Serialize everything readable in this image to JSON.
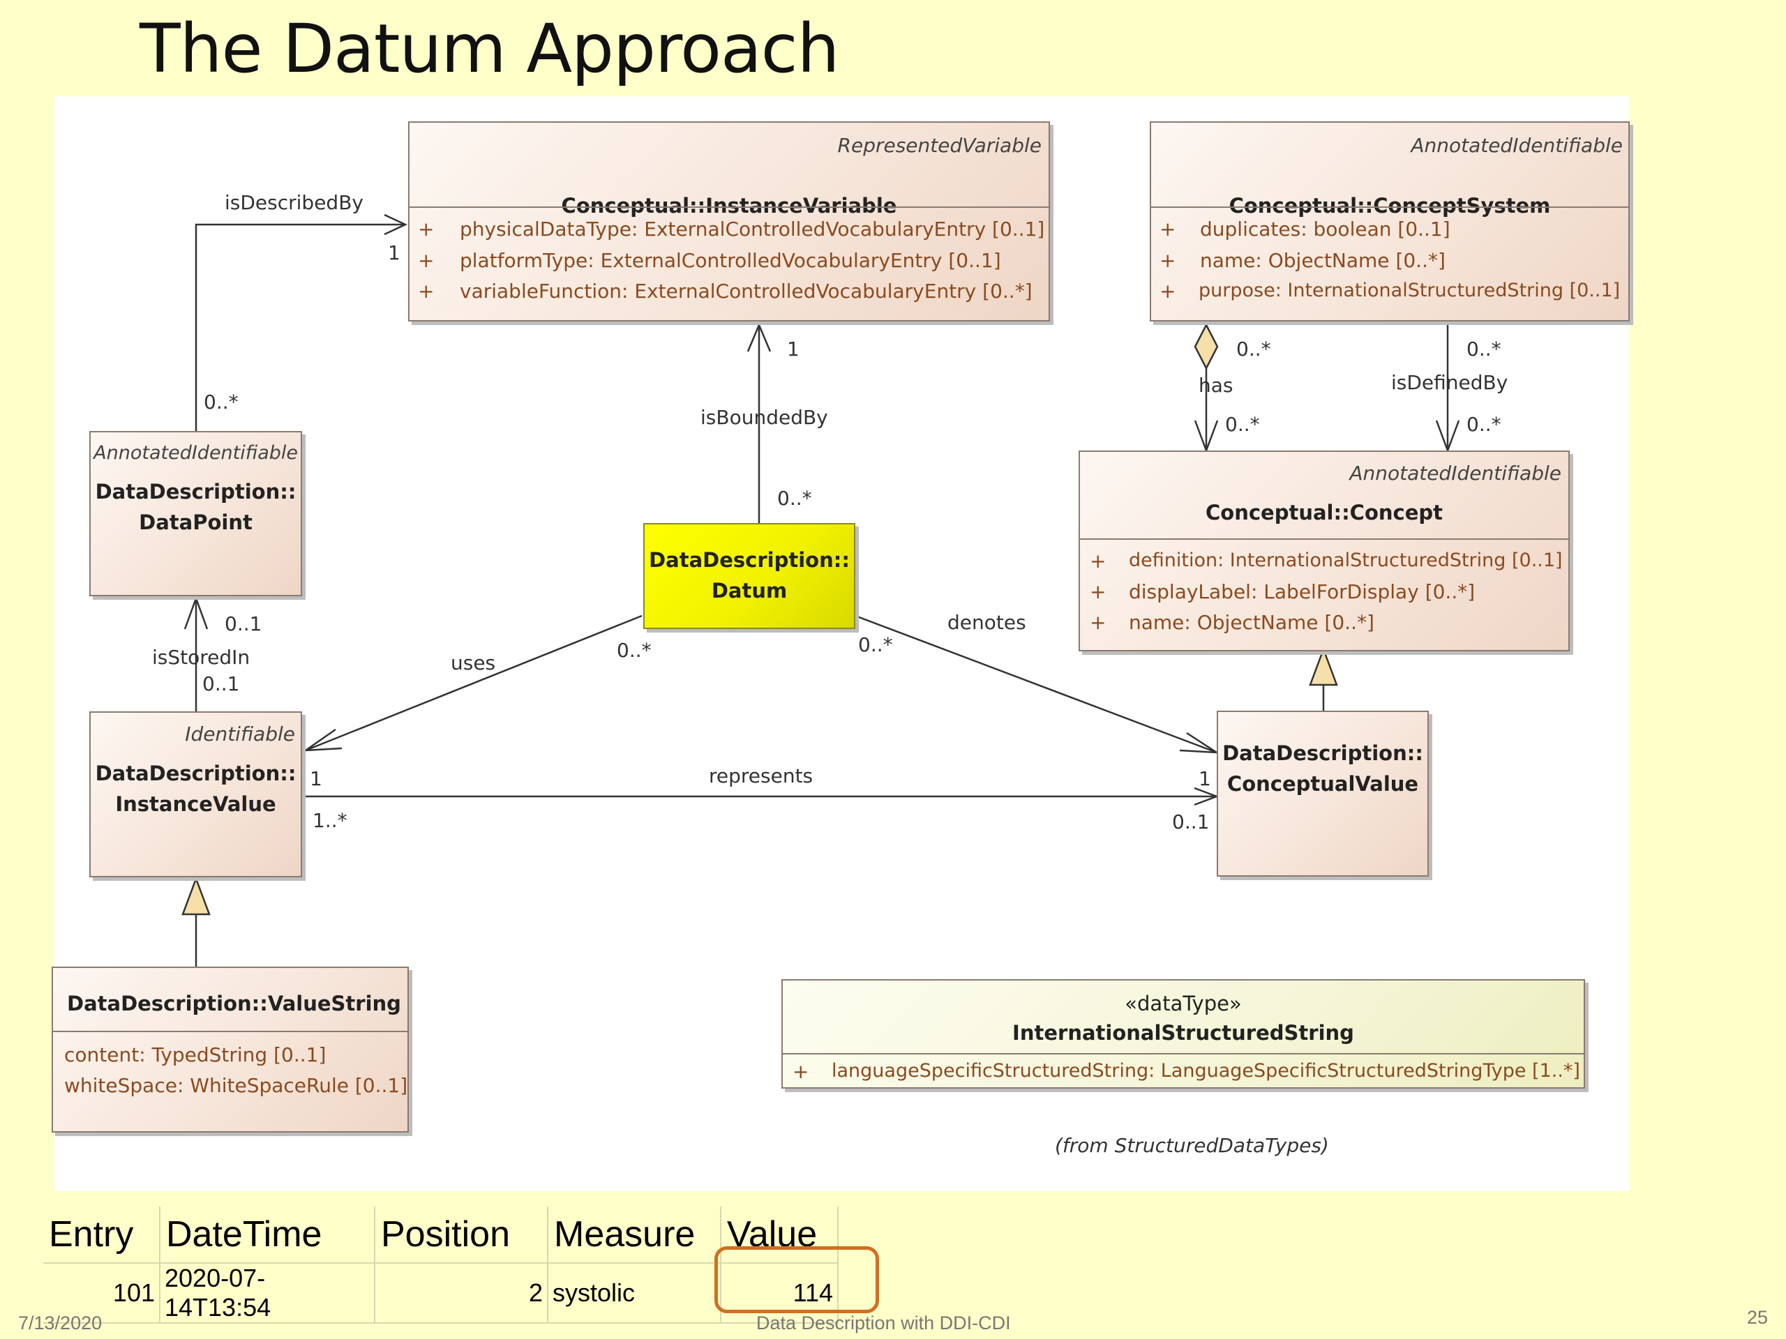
{
  "slide": {
    "title": "The Datum Approach",
    "footer_date": "7/13/2020",
    "footer_center": "Data Description with DDI-CDI",
    "page_number": "25"
  },
  "diagram": {
    "instance_variable": {
      "stereotype": "RepresentedVariable",
      "name": "Conceptual::InstanceVariable",
      "attributes": [
        "physicalDataType: ExternalControlledVocabularyEntry [0..1]",
        "platformType: ExternalControlledVocabularyEntry [0..1]",
        "variableFunction: ExternalControlledVocabularyEntry [0..*]"
      ]
    },
    "concept_system": {
      "stereotype": "AnnotatedIdentifiable",
      "name": "Conceptual::ConceptSystem",
      "attributes": [
        "duplicates: boolean [0..1]",
        "name: ObjectName [0..*]",
        "purpose: InternationalStructuredString [0..1]"
      ]
    },
    "data_point": {
      "stereotype": "AnnotatedIdentifiable",
      "name_line1": "DataDescription::",
      "name_line2": "DataPoint"
    },
    "datum": {
      "name_line1": "DataDescription::",
      "name_line2": "Datum"
    },
    "concept": {
      "stereotype": "AnnotatedIdentifiable",
      "name": "Conceptual::Concept",
      "attributes": [
        "definition: InternationalStructuredString [0..1]",
        "displayLabel: LabelForDisplay [0..*]",
        "name: ObjectName [0..*]"
      ]
    },
    "instance_value": {
      "stereotype": "Identifiable",
      "name_line1": "DataDescription::",
      "name_line2": "InstanceValue"
    },
    "conceptual_value": {
      "name_line1": "DataDescription::",
      "name_line2": "ConceptualValue"
    },
    "value_string": {
      "name": "DataDescription::ValueString",
      "attributes": [
        "content: TypedString [0..1]",
        "whiteSpace: WhiteSpaceRule [0..1]"
      ]
    },
    "international_structured_string": {
      "stereotype": "«dataType»",
      "name": "InternationalStructuredString",
      "attributes": [
        "languageSpecificStructuredString: LanguageSpecificStructuredStringType [1..*]"
      ],
      "source_note": "(from StructuredDataTypes)"
    },
    "plus": "+",
    "connector_labels": {
      "is_described_by": "isDescribedBy",
      "is_bounded_by": "isBoundedBy",
      "has": "has",
      "is_defined_by": "isDefinedBy",
      "is_stored_in": "isStoredIn",
      "uses": "uses",
      "denotes": "denotes",
      "represents": "represents"
    },
    "multiplicities": {
      "described_target": "1",
      "described_source": "0..*",
      "bounded_target": "1",
      "bounded_source": "0..*",
      "has_source": "0..*",
      "has_target": "0..*",
      "defined_source": "0..*",
      "defined_target": "0..*",
      "stored_target": "0..1",
      "stored_source": "0..1",
      "uses_source": "0..*",
      "denotes_source": "0..*",
      "represents_source_1": "1",
      "represents_source_2": "1..*",
      "represents_target_1": "1",
      "represents_target_2": "0..1"
    }
  },
  "table": {
    "headers": [
      "Entry",
      "DateTime",
      "Position",
      "Measure",
      "Value"
    ],
    "row": [
      "101",
      "2020-07-14T13:54",
      "2",
      "systolic",
      "114"
    ]
  },
  "colors": {
    "background": "#ffffc9",
    "datum_fill": "#ffff00",
    "highlight": "#d07020",
    "attribute_text": "#8b4a1e"
  }
}
